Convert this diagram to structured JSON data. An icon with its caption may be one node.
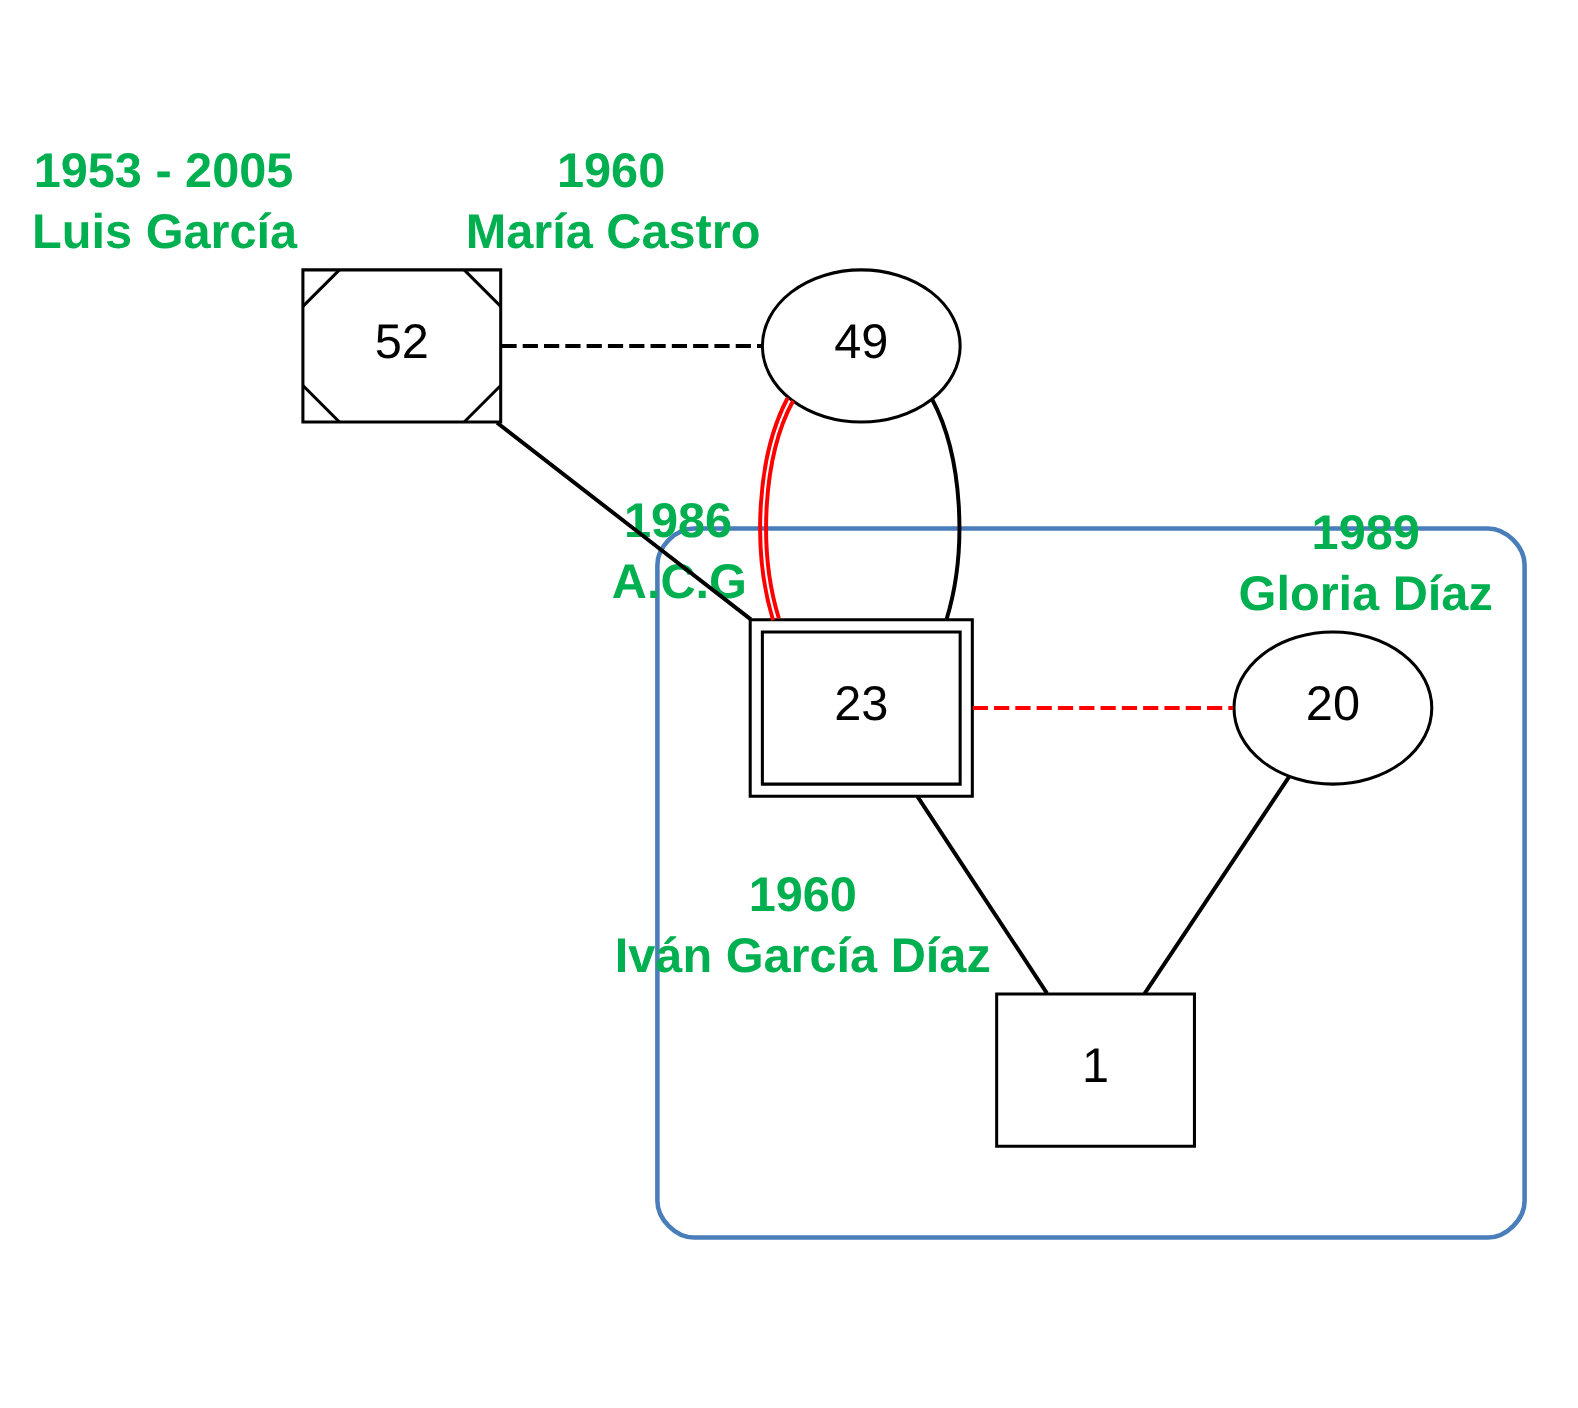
{
  "diagram": {
    "nodes": [
      {
        "text": [
          "52"
        ],
        "beside": [
          "1953 - 2005",
          "Luis García"
        ]
      },
      {
        "text": [
          "49"
        ],
        "beside": [
          "1960",
          "María Castro"
        ]
      },
      {
        "text": [],
        "shape": "box"
      },
      {
        "text": [
          "23"
        ],
        "beside": [
          "1986",
          "A.C.G"
        ],
        "in": 2
      },
      {
        "text": [
          "20"
        ],
        "beside": [
          "1989",
          "Gloria Díaz"
        ],
        "in": 2
      },
      {
        "text": [
          "1"
        ],
        "beside": [
          "1960",
          "Iván García Díaz"
        ],
        "in": 2
      }
    ],
    "edges": [
      {
        "from": 0,
        "to": 1,
        "arrow": "none",
        "style": "dashed"
      },
      {
        "from": 1,
        "to": 3,
        "arrow": "none",
        "color": "#ff0000"
      },
      {
        "from": 3,
        "to": 4,
        "arrow": "none",
        "style": "dashed",
        "color": "#ff0000"
      },
      {
        "from": 0,
        "to": 3,
        "arrow": "none"
      },
      {
        "from": 1,
        "to": 3,
        "arrow": "none"
      },
      {
        "from": 3,
        "to": 5,
        "arrow": "none"
      },
      {
        "from": 4,
        "to": 5,
        "arrow": "none"
      }
    ]
  }
}
